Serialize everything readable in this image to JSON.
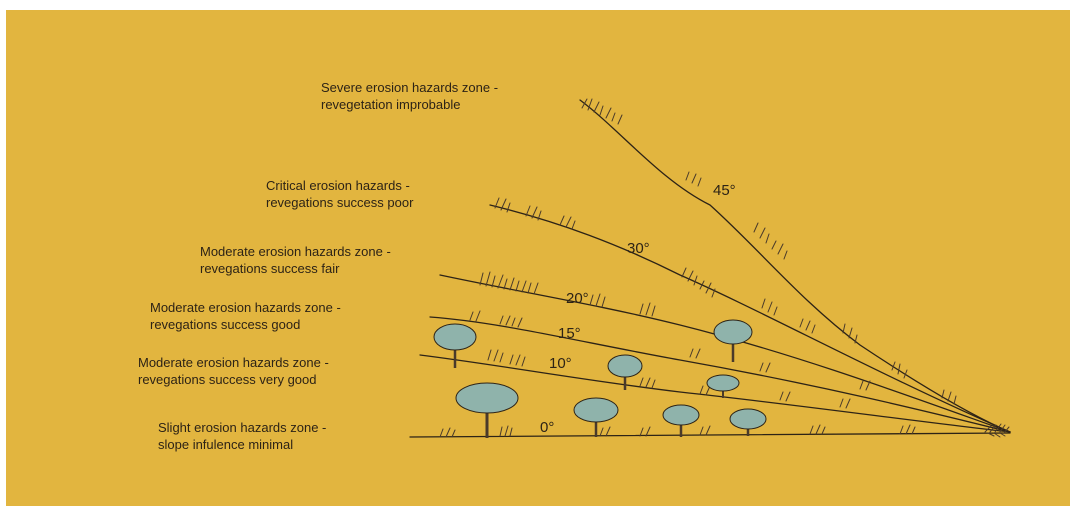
{
  "colors": {
    "background": "#e2b53f",
    "ink": "#2d2316",
    "tree_foliage": "#8fb3ab",
    "grass": "#4a3a2a"
  },
  "zones": [
    {
      "line1": "Severe erosion hazards zone -",
      "line2": "revegetation improbable",
      "angle": "45°"
    },
    {
      "line1": "Critical erosion hazards -",
      "line2": "revegations success poor",
      "angle": "30°"
    },
    {
      "line1": "Moderate erosion hazards zone -",
      "line2": "revegations success fair",
      "angle": "20°"
    },
    {
      "line1": "Moderate erosion hazards zone -",
      "line2": "revegations success good",
      "angle": "15°"
    },
    {
      "line1": "Moderate erosion hazards zone -",
      "line2": "revegations success very good",
      "angle": "10°"
    },
    {
      "line1": "Slight erosion hazards zone -",
      "line2": "slope infulence minimal",
      "angle": "0°"
    }
  ]
}
